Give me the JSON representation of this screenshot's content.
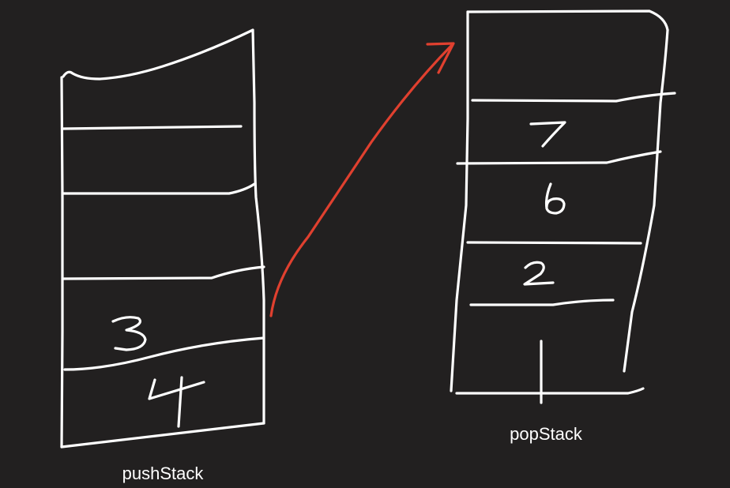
{
  "colors": {
    "background": "#222020",
    "ink": "#ffffff",
    "arrow": "#e0402f"
  },
  "push_stack": {
    "label": "pushStack",
    "cells": [
      "3",
      "4"
    ]
  },
  "pop_stack": {
    "label": "popStack",
    "cells": [
      "7",
      "6",
      "2"
    ]
  },
  "transfer_arrow": {
    "from": "pushStack",
    "to": "popStack"
  }
}
